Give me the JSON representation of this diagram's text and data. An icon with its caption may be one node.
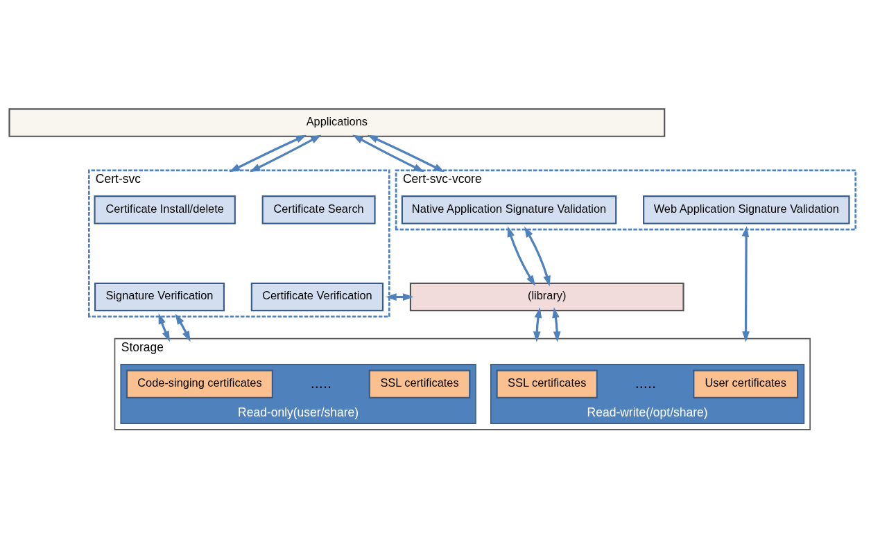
{
  "diagram": {
    "nodes": [
      {
        "text": [
          "Applications"
        ]
      },
      {
        "text": [
          "Cert-svc"
        ]
      },
      {
        "text": [
          "Certificate Install/delete"
        ],
        "in": 1
      },
      {
        "text": [
          "Certificate Search"
        ],
        "in": 1
      },
      {
        "text": [
          "Signature Verification"
        ],
        "in": 1
      },
      {
        "text": [
          "Certificate Verification"
        ],
        "in": 1
      },
      {
        "text": [
          "Cert-svc-vcore"
        ]
      },
      {
        "text": [
          "Native Application Signature Validation"
        ],
        "in": 6
      },
      {
        "text": [
          "Web Application Signature Validation"
        ],
        "in": 6
      },
      {
        "text": [
          "(library)"
        ]
      },
      {
        "text": [
          "Storage"
        ]
      },
      {
        "text": [
          "Read-only(user/share)"
        ],
        "in": 10
      },
      {
        "text": [
          "Code-singing certificates"
        ],
        "in": 11
      },
      {
        "text": [
          "SSL certificates"
        ],
        "in": 11
      },
      {
        "text": [
          "Read-write(/opt/share)"
        ],
        "in": 10
      },
      {
        "text": [
          "SSL certificates"
        ],
        "in": 14
      },
      {
        "text": [
          "User certificates"
        ],
        "in": 14
      }
    ],
    "edges": [
      {
        "from": 0,
        "to": 1,
        "arrow": "both"
      },
      {
        "from": 0,
        "to": 1,
        "arrow": "both"
      },
      {
        "from": 0,
        "to": 6,
        "arrow": "both"
      },
      {
        "from": 0,
        "to": 6,
        "arrow": "both"
      },
      {
        "from": 6,
        "to": 9,
        "arrow": "both"
      },
      {
        "from": 6,
        "to": 9,
        "arrow": "both"
      },
      {
        "from": 6,
        "to": 10,
        "arrow": "both"
      },
      {
        "from": 1,
        "to": 9,
        "arrow": "both"
      },
      {
        "from": 1,
        "to": 10,
        "arrow": "both"
      },
      {
        "from": 1,
        "to": 10,
        "arrow": "both"
      },
      {
        "from": 9,
        "to": 10,
        "arrow": "both"
      },
      {
        "from": 9,
        "to": 10,
        "arrow": "both"
      }
    ],
    "labels": [
      ".....",
      "....."
    ]
  }
}
